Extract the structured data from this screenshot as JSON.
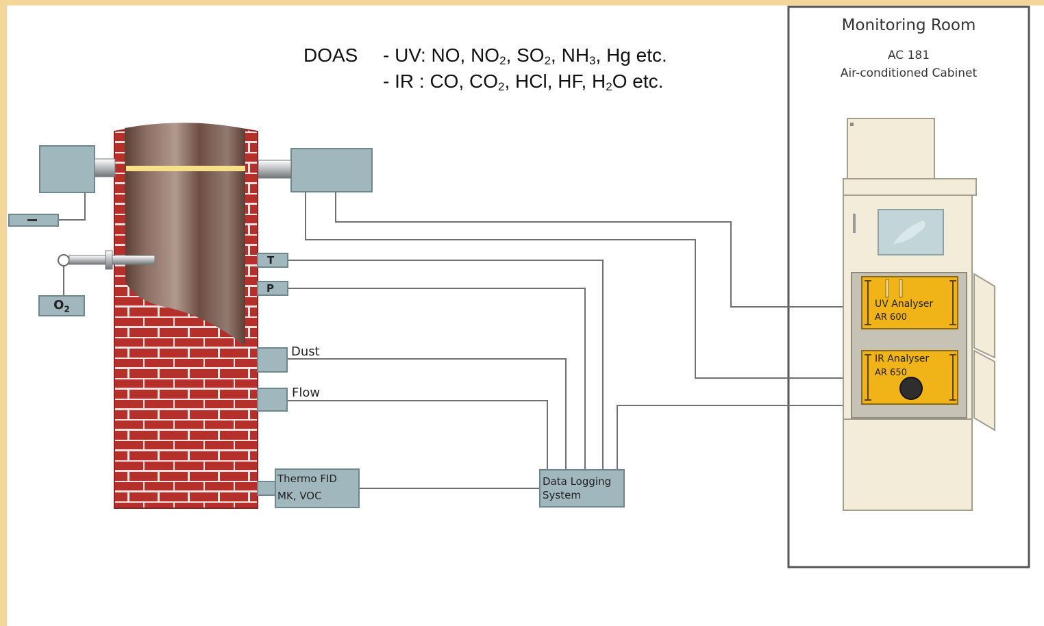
{
  "doas": {
    "prefix": "DOAS",
    "uv": {
      "dash": "- UV: ",
      "parts": [
        {
          "t": "NO, NO"
        },
        {
          "s": "2"
        },
        {
          "t": ", SO"
        },
        {
          "s": "2"
        },
        {
          "t": ", NH"
        },
        {
          "s": "3"
        },
        {
          "t": ", Hg etc."
        }
      ]
    },
    "ir": {
      "dash": "- IR : ",
      "parts": [
        {
          "t": "CO, CO"
        },
        {
          "s": "2"
        },
        {
          "t": ", HCl, HF, H"
        },
        {
          "s": "2"
        },
        {
          "t": "O etc."
        }
      ]
    }
  },
  "monitoring_room": {
    "title": "Monitoring Room",
    "cabinet_id": "AC 181",
    "cabinet_desc": "Air-conditioned Cabinet"
  },
  "analysers": {
    "uv": {
      "name": "UV Analyser",
      "model": "AR 600"
    },
    "ir": {
      "name": "IR Analyser",
      "model": "AR 650"
    }
  },
  "sensors": {
    "o2": "O",
    "o2_sub": "2",
    "temperature": "T",
    "pressure": "P",
    "dust": "Dust",
    "flow": "Flow"
  },
  "fid": {
    "line1": "Thermo FID",
    "line2": "MK, VOC"
  },
  "data_logger": {
    "line1": "Data Logging",
    "line2": "System"
  },
  "colors": {
    "background": "#f3d79a",
    "brick": "#b5302b",
    "mortar": "#f1e3e1",
    "box_fill": "#9fb7bd",
    "analyser_fill": "#f0b418",
    "cabinet_fill": "#f2ecd9",
    "beam": "#f6e08a"
  }
}
